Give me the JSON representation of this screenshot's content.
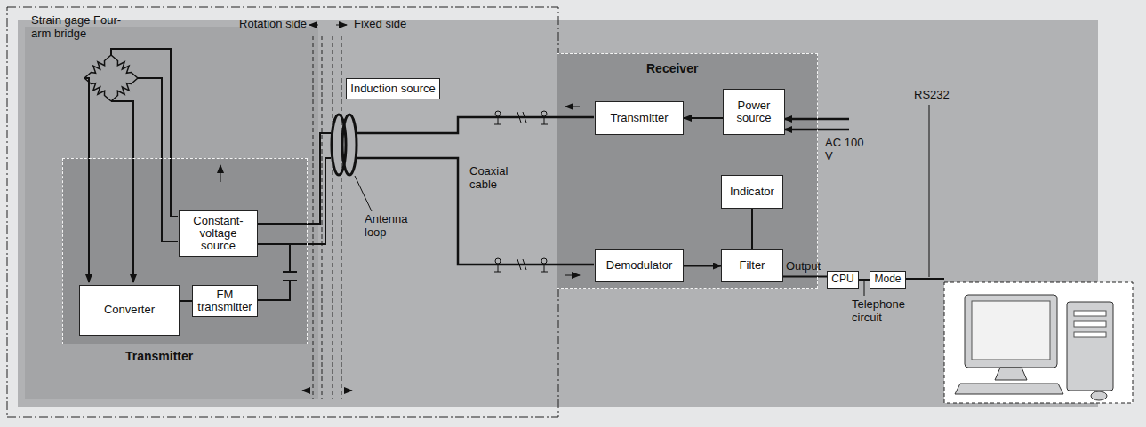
{
  "diagram": {
    "nodes": [
      {
        "text": [
          "Transmitter"
        ]
      },
      {
        "text": [
          "Constant-voltage source"
        ],
        "in": 0
      },
      {
        "text": [
          "Converter"
        ],
        "in": 0
      },
      {
        "text": [
          "FM transmitter"
        ],
        "in": 0
      },
      {
        "text": [
          "Receiver"
        ]
      },
      {
        "text": [
          "Transmitter"
        ],
        "in": 4
      },
      {
        "text": [
          "Power source"
        ],
        "in": 4
      },
      {
        "text": [
          "Indicator"
        ],
        "in": 4
      },
      {
        "text": [
          "Demodulator"
        ],
        "in": 4
      },
      {
        "text": [
          "Filter"
        ],
        "in": 4
      },
      {
        "text": [
          "CPU"
        ]
      },
      {
        "text": [
          "Mode"
        ]
      },
      {
        "text": [
          "Induction source"
        ]
      }
    ],
    "edges": [
      {
        "from": 6,
        "to": 5,
        "arrow": "to"
      },
      {
        "from": 2,
        "to": 3,
        "arrow": "none"
      },
      {
        "from": 8,
        "to": 9,
        "arrow": "to"
      },
      {
        "from": 7,
        "to": 9,
        "arrow": "none"
      },
      {
        "from": 9,
        "to": 10,
        "arrow": "none",
        "label": "Output"
      },
      {
        "from": 10,
        "to": 11,
        "arrow": "none"
      }
    ],
    "labels": [
      "Strain gage Four-arm bridge",
      "Rotation side",
      "Fixed side",
      "Coaxial cable",
      "Antenna loop",
      "AC 100 V",
      "RS232",
      "Telephone circuit"
    ]
  }
}
